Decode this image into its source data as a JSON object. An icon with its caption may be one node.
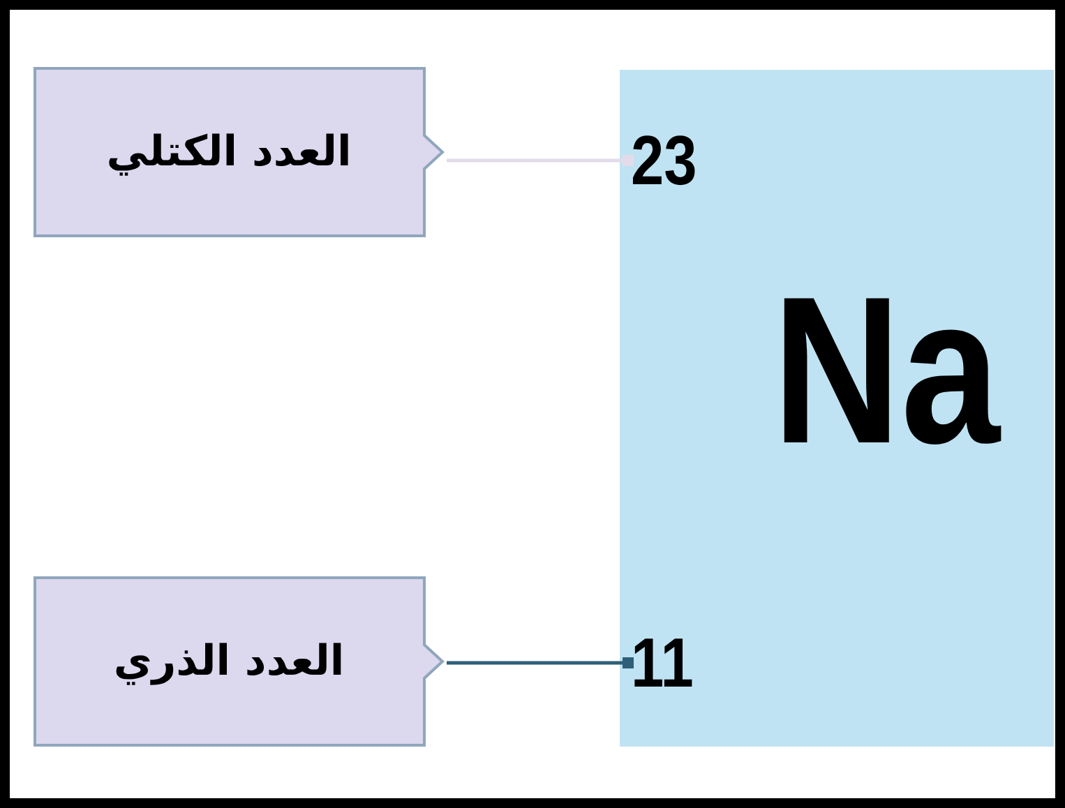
{
  "diagram": {
    "nodes": [
      {
        "text": [
          "Na"
        ]
      },
      {
        "text": [
          "23"
        ],
        "in": 0
      },
      {
        "text": [
          "11"
        ],
        "in": 0
      },
      {
        "text": [
          "العدد الكتلي"
        ]
      },
      {
        "text": [
          "العدد الذري"
        ]
      }
    ],
    "edges": [
      {
        "from": 3,
        "to": 1,
        "arrow": "other",
        "color": "#e2dcea"
      },
      {
        "from": 4,
        "to": 2,
        "arrow": "other",
        "color": "#2e5f78"
      }
    ]
  }
}
